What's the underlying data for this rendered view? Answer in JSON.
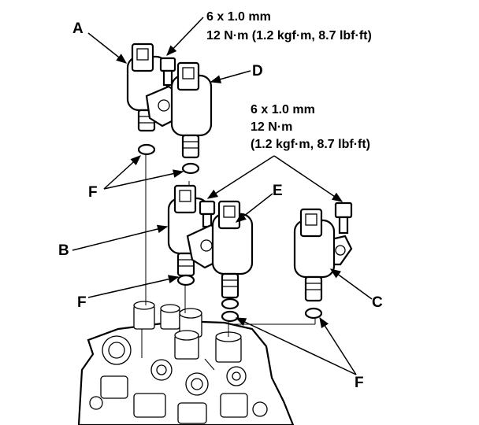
{
  "callouts": {
    "a": "A",
    "b": "B",
    "c": "C",
    "d": "D",
    "e": "E",
    "f1": "F",
    "f2": "F",
    "f3": "F"
  },
  "torque_spec_top": {
    "line1": "6 x 1.0 mm",
    "line2": "12 N·m (1.2 kgf·m, 8.7 lbf·ft)"
  },
  "torque_spec_mid": {
    "line1": "6 x 1.0 mm",
    "line2": "12 N·m",
    "line3": "(1.2 kgf·m, 8.7 lbf·ft)"
  }
}
